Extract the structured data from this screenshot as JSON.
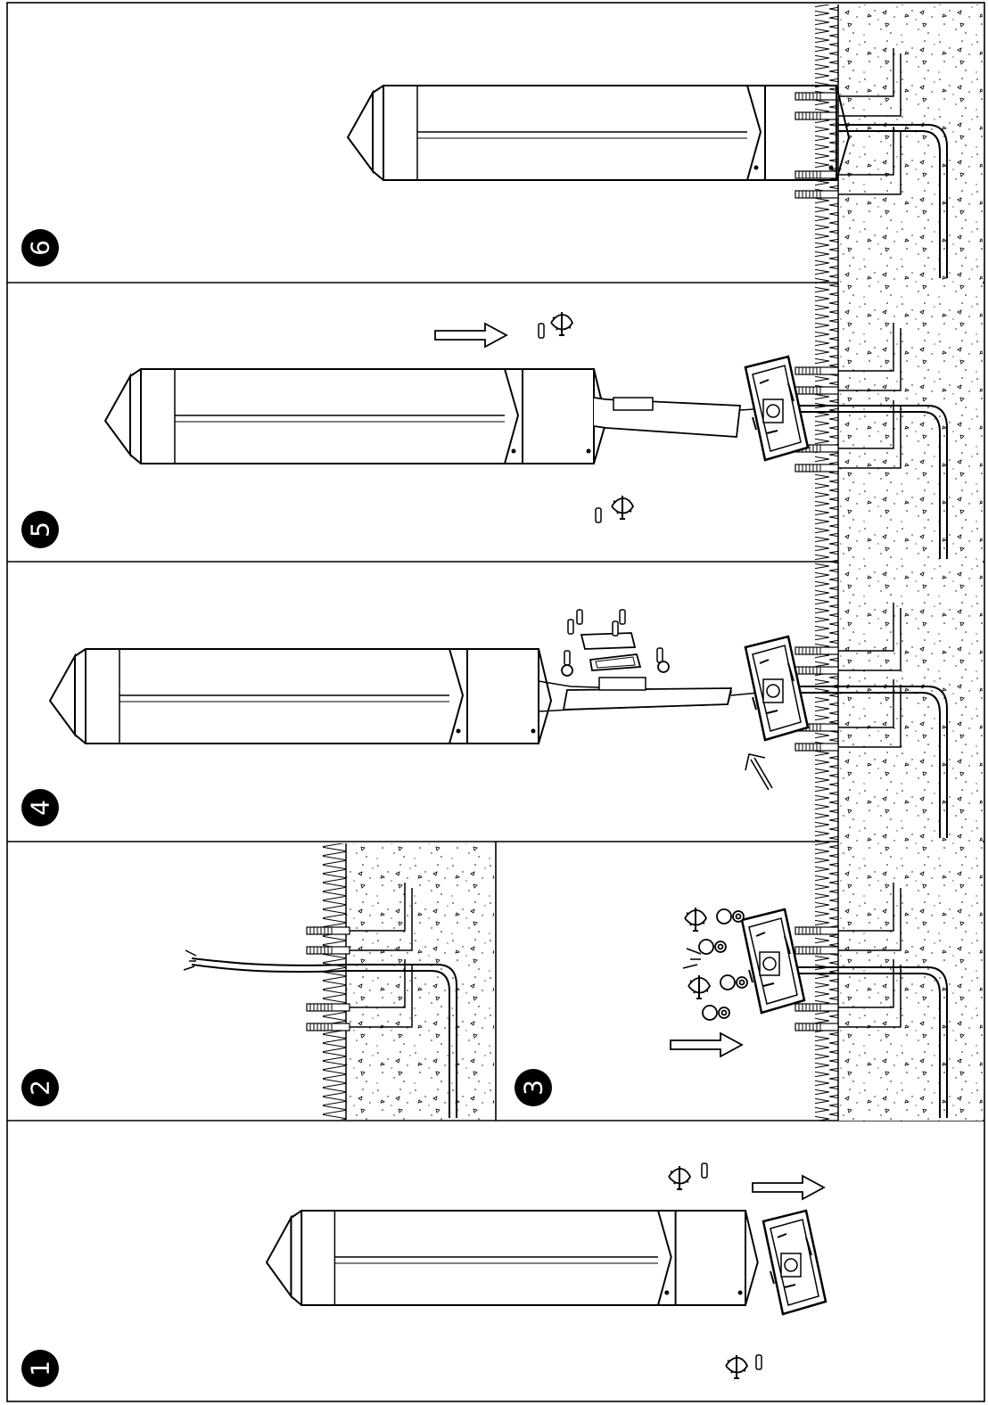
{
  "document": {
    "type": "installation-instructions",
    "step_count": 6,
    "steps": [
      {
        "number": "1",
        "content": [
          "bollard-lamp",
          "mounting-base",
          "screws",
          "screwdriver",
          "arrow"
        ]
      },
      {
        "number": "2",
        "content": [
          "ground-section",
          "anchor-bolts",
          "supply-cable"
        ]
      },
      {
        "number": "3",
        "content": [
          "ground-section",
          "anchor-bolts",
          "mounting-base",
          "nuts",
          "washers",
          "screwdriver",
          "arrow"
        ]
      },
      {
        "number": "4",
        "content": [
          "ground-section",
          "mounting-base",
          "bollard-lamp",
          "terminal-box",
          "cover-plate",
          "screws",
          "arrow"
        ]
      },
      {
        "number": "5",
        "content": [
          "ground-section",
          "mounting-base",
          "bollard-lamp",
          "screws",
          "screwdriver",
          "arrow"
        ]
      },
      {
        "number": "6",
        "content": [
          "ground-section",
          "installed-bollard-lamp"
        ]
      }
    ]
  },
  "colors": {
    "ink": "#000000",
    "paper": "#ffffff",
    "badge": "#000000",
    "badge_text": "#ffffff"
  }
}
